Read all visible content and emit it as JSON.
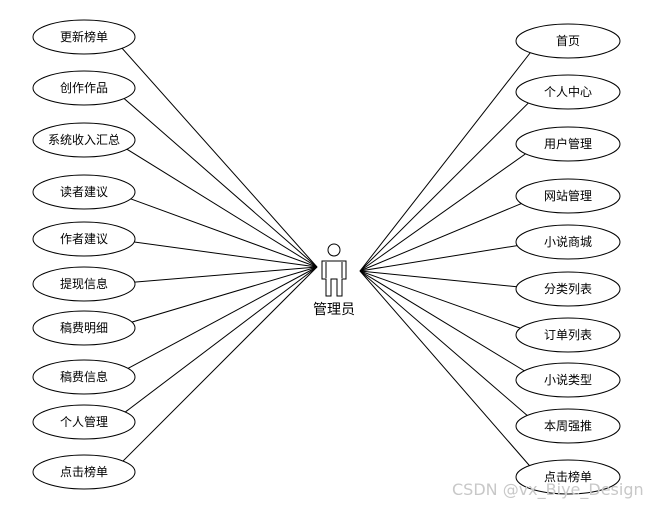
{
  "actor": {
    "label": "管理员"
  },
  "left_use_cases": [
    "更新榜单",
    "创作作品",
    "系统收入汇总",
    "读者建议",
    "作者建议",
    "提现信息",
    "稿费明细",
    "稿费信息",
    "个人管理",
    "点击榜单"
  ],
  "right_use_cases": [
    "首页",
    "个人中心",
    "用户管理",
    "网站管理",
    "小说商城",
    "分类列表",
    "订单列表",
    "小说类型",
    "本周强推",
    "点击榜单"
  ],
  "watermark": "CSDN @vx_Biye_Design"
}
